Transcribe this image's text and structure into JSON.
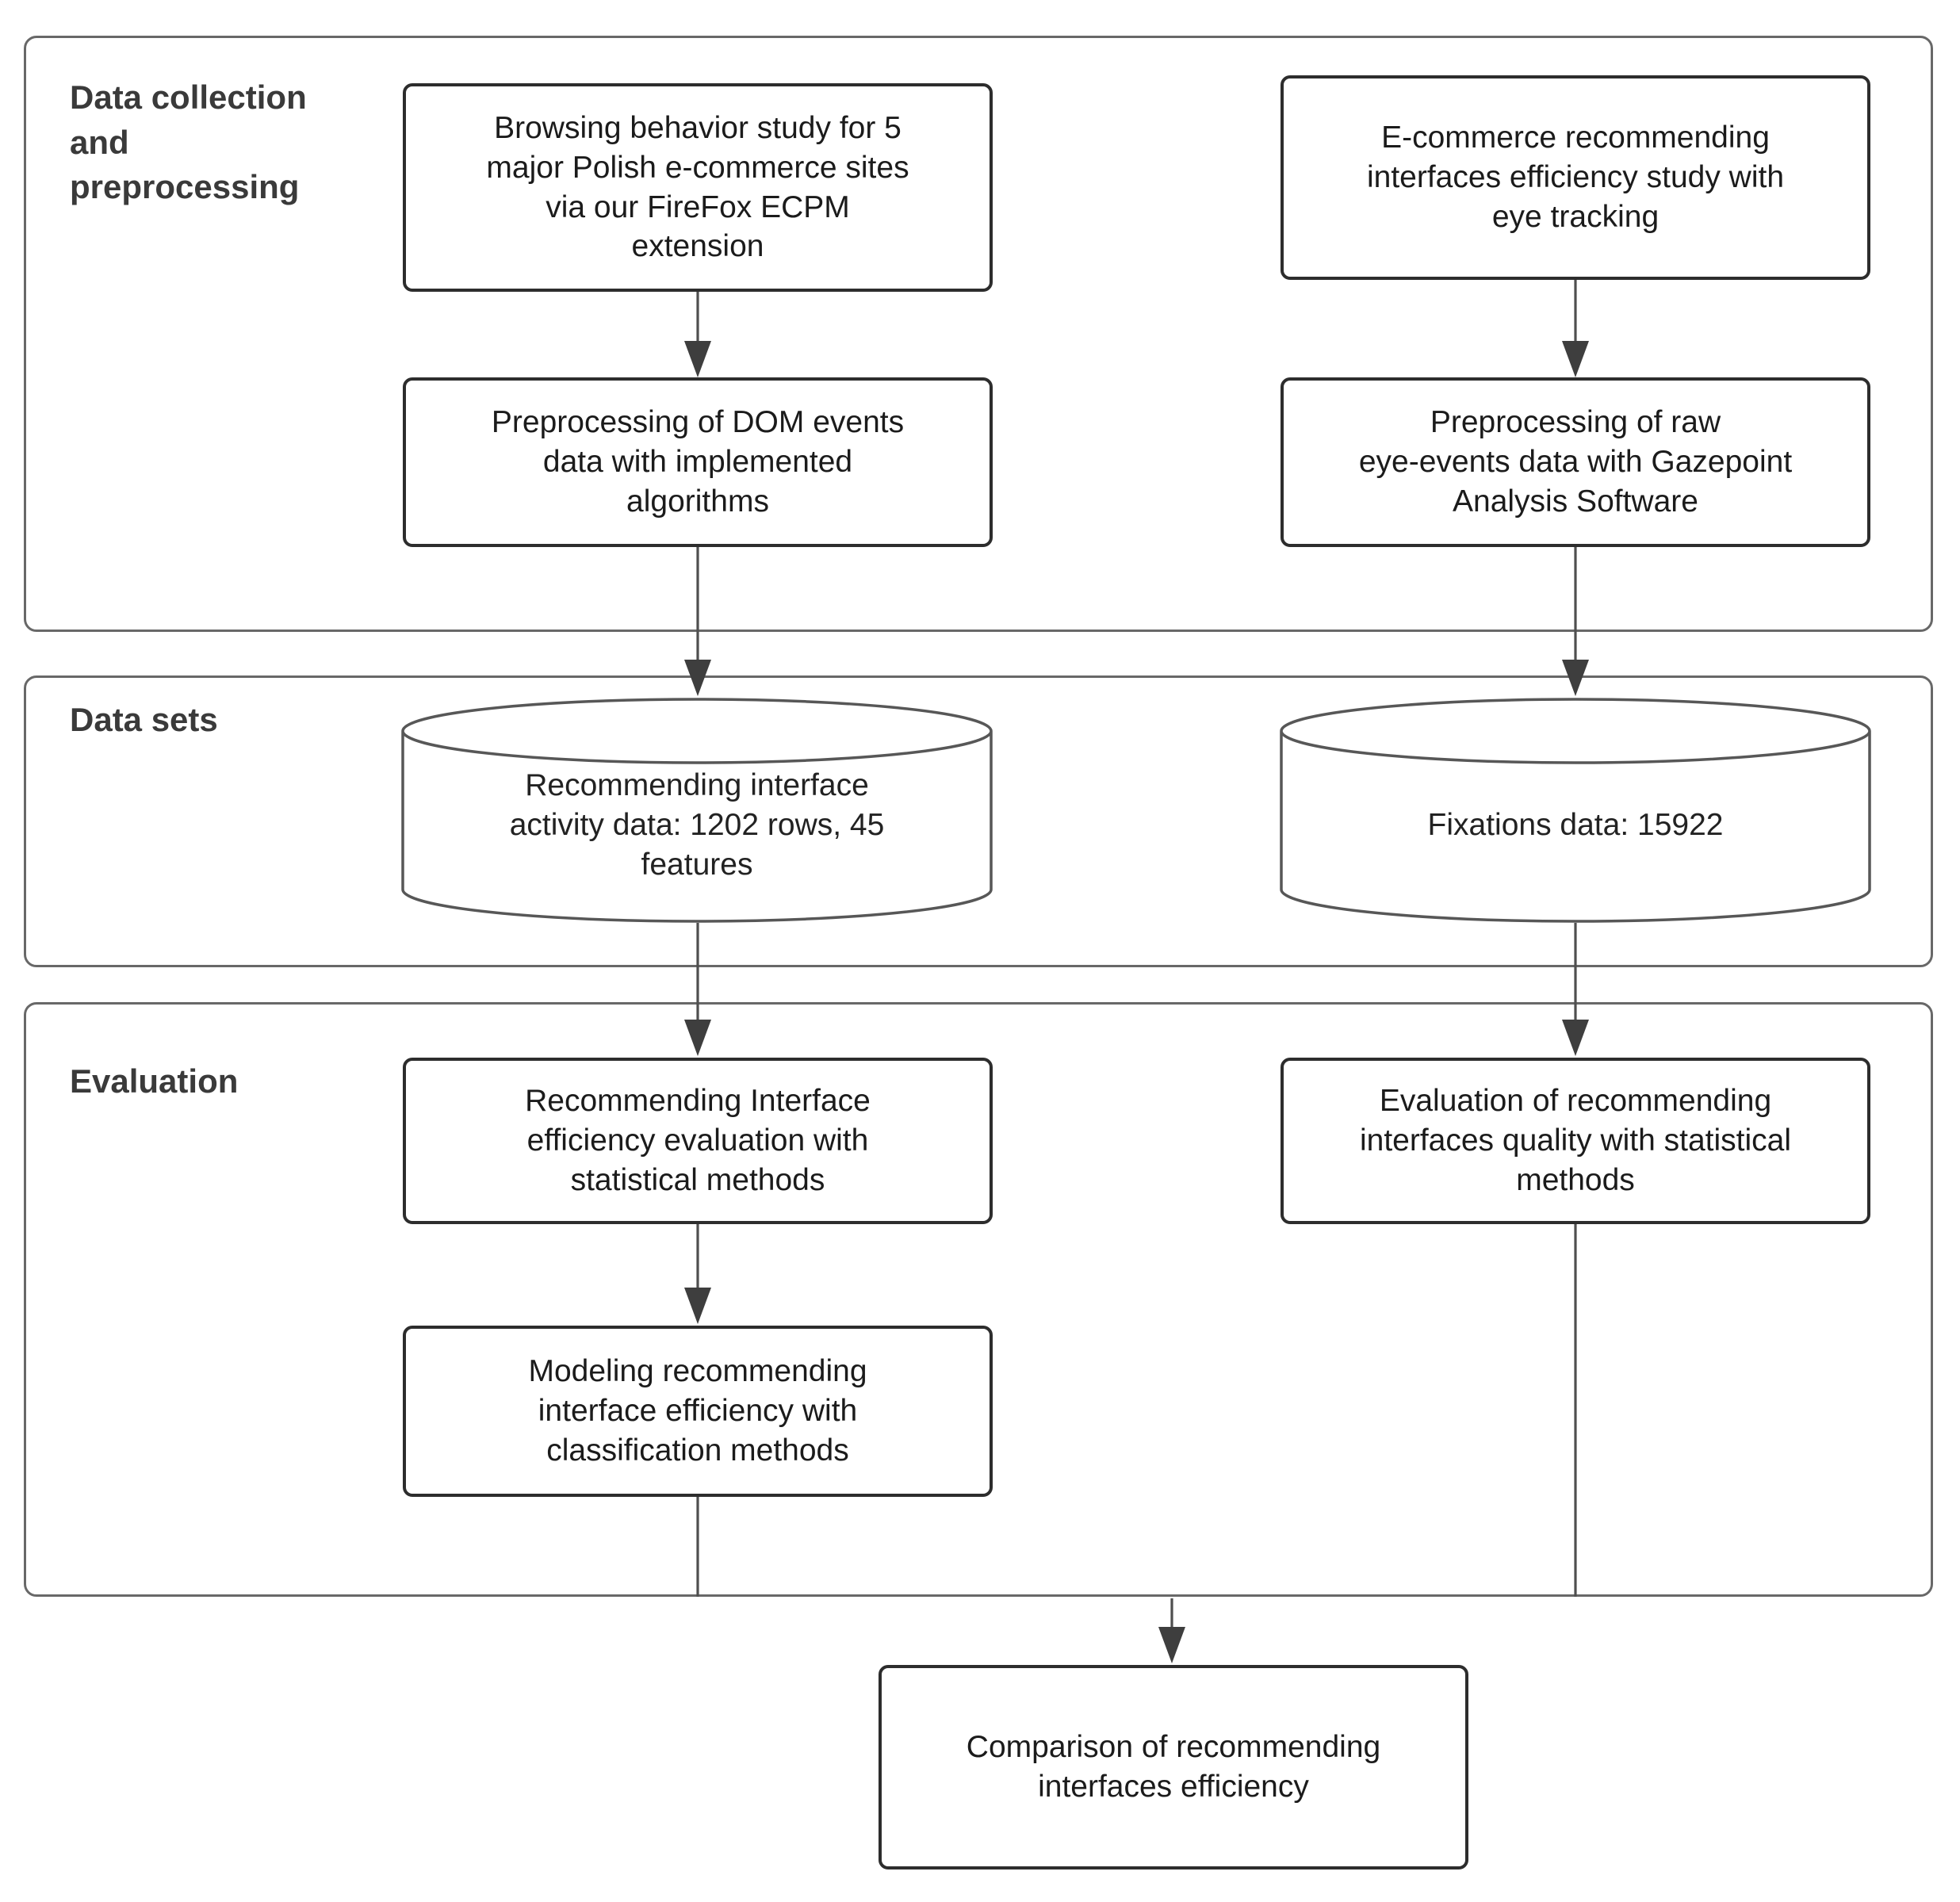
{
  "figure": {
    "colors": {
      "background": "#ffffff",
      "container_border": "#686868",
      "node_border": "#2d2d2d",
      "cylinder_border": "#575757",
      "connector": "#4f4f4f",
      "section_label_text": "#3a3a3a",
      "node_text": "#1b1b1b"
    },
    "sections": {
      "data_collection": {
        "label": "Data collection\nand\npreprocessing"
      },
      "data_sets": {
        "label": "Data sets"
      },
      "evaluation": {
        "label": "Evaluation"
      }
    },
    "nodes": {
      "browsing_study": {
        "shape": "rounded-rect",
        "text": "Browsing behavior study for 5\nmajor Polish e-commerce sites\nvia our FireFox ECPM\nextension"
      },
      "eye_tracking_study": {
        "shape": "rounded-rect",
        "text": "E-commerce recommending\ninterfaces efficiency study with\neye tracking"
      },
      "dom_events_preprocessing": {
        "shape": "rounded-rect",
        "text": "Preprocessing of DOM events\ndata with implemented\nalgorithms"
      },
      "eye_events_preprocessing": {
        "shape": "rounded-rect",
        "text": "Preprocessing of raw\neye-events data with Gazepoint\nAnalysis Software"
      },
      "activity_data_set": {
        "shape": "cylinder",
        "text": "Recommending interface\nactivity data: 1202 rows, 45\nfeatures"
      },
      "fixations_data_set": {
        "shape": "cylinder",
        "text": "Fixations data: 15922"
      },
      "efficiency_evaluation": {
        "shape": "rounded-rect",
        "text": "Recommending Interface\nefficiency evaluation with\nstatistical methods"
      },
      "quality_evaluation": {
        "shape": "rounded-rect",
        "text": "Evaluation of recommending\ninterfaces quality with statistical\nmethods"
      },
      "efficiency_modeling": {
        "shape": "rounded-rect",
        "text": "Modeling recommending\ninterface efficiency with\nclassification methods"
      },
      "comparison": {
        "shape": "rounded-rect",
        "text": "Comparison of recommending\ninterfaces efficiency"
      }
    },
    "edges": [
      {
        "from": "browsing_study",
        "to": "dom_events_preprocessing",
        "arrowhead": true
      },
      {
        "from": "eye_tracking_study",
        "to": "eye_events_preprocessing",
        "arrowhead": true
      },
      {
        "from": "dom_events_preprocessing",
        "to": "activity_data_set",
        "arrowhead": true
      },
      {
        "from": "eye_events_preprocessing",
        "to": "fixations_data_set",
        "arrowhead": true
      },
      {
        "from": "activity_data_set",
        "to": "efficiency_evaluation",
        "arrowhead": true
      },
      {
        "from": "fixations_data_set",
        "to": "quality_evaluation",
        "arrowhead": true
      },
      {
        "from": "efficiency_evaluation",
        "to": "efficiency_modeling",
        "arrowhead": true
      },
      {
        "from": "efficiency_modeling",
        "to": "comparison",
        "arrowhead": true
      },
      {
        "from": "quality_evaluation",
        "to": "comparison",
        "arrowhead": true
      }
    ]
  }
}
